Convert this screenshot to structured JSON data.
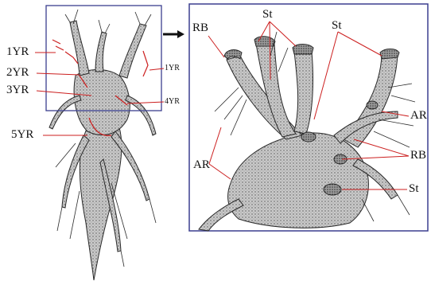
{
  "left_panel": {
    "labels": {
      "yr1_left": "1YR",
      "yr1_right": "1YR",
      "yr2": "2YR",
      "yr3": "3YR",
      "yr4": "4YR",
      "yr5": "5YR"
    }
  },
  "right_panel": {
    "labels": {
      "rb_top": "RB",
      "st_top": "St",
      "st_top_right": "St",
      "ar_right": "AR",
      "rb_right": "RB",
      "ar_left": "AR",
      "st_bottom": "St"
    }
  },
  "colors": {
    "leader_line": "#cc1f1f",
    "frame": "#3b3f8f",
    "root_fill": "#b9b9b9",
    "root_outline": "#2a2a2a"
  }
}
